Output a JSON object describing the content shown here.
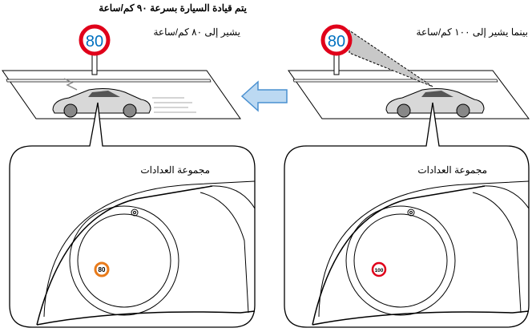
{
  "title": "يتم قيادة السيارة بسرعة ٩٠ كم/ساعة",
  "left_caption": "يشير إلى ٨٠ كم/ساعة",
  "right_caption": "بينما يشير إلى ١٠٠ كم/ساعة",
  "left_box_label": "مجموعة العدادات",
  "right_box_label": "مجموعة العدادات",
  "road_sign_left": "80",
  "road_sign_right": "80",
  "meter_sign_left": "80",
  "meter_sign_right": "100",
  "colors": {
    "sign_ring": "#e0001a",
    "sign_digits": "#0070c0",
    "meter_left_ring": "#e87a1a",
    "arrow": "#bcd9f2",
    "arrow_stroke": "#4a90d0"
  }
}
